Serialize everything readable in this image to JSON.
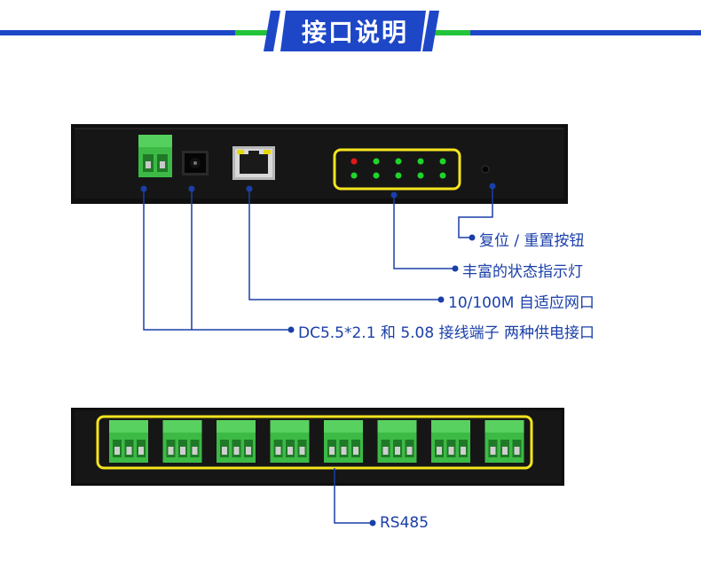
{
  "header": {
    "title": "接口说明"
  },
  "callouts": {
    "reset": "复位 / 重置按钮",
    "leds": "丰富的状态指示灯",
    "ethernet": "10/100M 自适应网口",
    "power": "DC5.5*2.1 和 5.08 接线端子 两种供电接口",
    "rs485": "RS485"
  },
  "colors": {
    "accent_blue": "#1e47c8",
    "accent_green": "#22c43a",
    "highlight_yellow": "#f5e41e",
    "callout_line": "#1a3fa8",
    "device_body": "#141414",
    "terminal_green": "#3cba45",
    "led_red": "#e01818",
    "led_green": "#1fd42a"
  }
}
